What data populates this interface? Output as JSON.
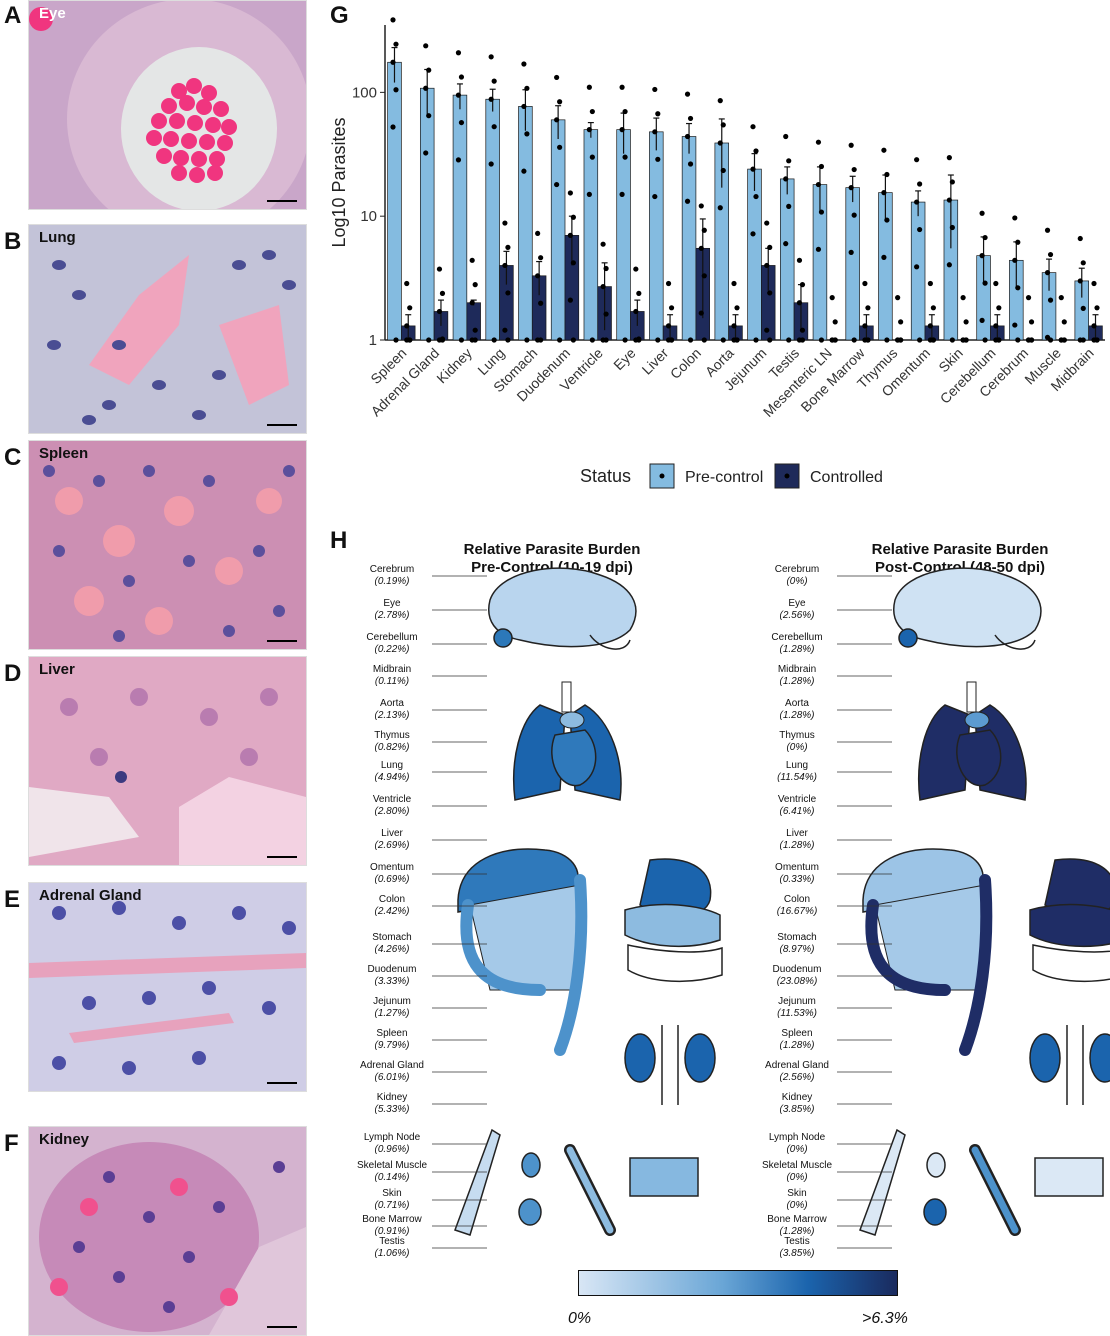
{
  "histology": [
    {
      "letter": "A",
      "label": "Eye"
    },
    {
      "letter": "B",
      "label": "Lung"
    },
    {
      "letter": "C",
      "label": "Spleen"
    },
    {
      "letter": "D",
      "label": "Liver"
    },
    {
      "letter": "E",
      "label": "Adrenal Gland"
    },
    {
      "letter": "F",
      "label": "Kidney"
    }
  ],
  "chart_letter": "G",
  "chart_data": {
    "type": "bar",
    "scale": "log",
    "ylabel": "Log10 Parasites",
    "xlabel": "",
    "ylim": [
      1,
      350
    ],
    "yticks": [
      1,
      10,
      100
    ],
    "categories": [
      "Spleen",
      "Adrenal Gland",
      "Kidney",
      "Lung",
      "Stomach",
      "Duodenum",
      "Ventricle",
      "Eye",
      "Liver",
      "Colon",
      "Aorta",
      "Jejunum",
      "Testis",
      "Mesenteric LN",
      "Bone Marrow",
      "Thymus",
      "Omentum",
      "Skin",
      "Cerebellum",
      "Cerebrum",
      "Muscle",
      "Midbrain"
    ],
    "legend_title": "Status",
    "legend_position": "bottom",
    "series": [
      {
        "name": "Pre-control",
        "color": "#84bbe0",
        "values": [
          175,
          108,
          95,
          88,
          77,
          60,
          50,
          50,
          48,
          44,
          39,
          24,
          20,
          18,
          17,
          15.5,
          13,
          13.5,
          4.8,
          4.4,
          3.5,
          3
        ],
        "errors": [
          55,
          45,
          22,
          18,
          28,
          18,
          7,
          18,
          14,
          12,
          22,
          8,
          5,
          7,
          4,
          6,
          3,
          8,
          2,
          1.8,
          1,
          0.8
        ]
      },
      {
        "name": "Controlled",
        "color": "#1e2a5a",
        "values": [
          1.3,
          1.7,
          2,
          4,
          3.3,
          7,
          2.7,
          1.7,
          1.3,
          5.5,
          1.3,
          4,
          2,
          1,
          1.3,
          1,
          1.3,
          1,
          1.3,
          1,
          1,
          1.3
        ],
        "errors": [
          0.3,
          0.4,
          0.1,
          1.2,
          1,
          3,
          1.5,
          0.4,
          0.3,
          4,
          0.3,
          1.5,
          0.8,
          0,
          0.3,
          0,
          0.3,
          0,
          0.3,
          0,
          0,
          0.3
        ]
      }
    ]
  },
  "panelH": {
    "letter": "H",
    "pre": {
      "title1": "Relative Parasite Burden",
      "title2": "Pre-Control (10-19 dpi)",
      "organs": [
        {
          "name": "Cerebrum",
          "pct": "(0.19%)"
        },
        {
          "name": "Eye",
          "pct": "(2.78%)"
        },
        {
          "name": "Cerebellum",
          "pct": "(0.22%)"
        },
        {
          "name": "Midbrain",
          "pct": "(0.11%)"
        },
        {
          "name": "Aorta",
          "pct": "(2.13%)"
        },
        {
          "name": "Thymus",
          "pct": "(0.82%)"
        },
        {
          "name": "Lung",
          "pct": "(4.94%)"
        },
        {
          "name": "Ventricle",
          "pct": "(2.80%)"
        },
        {
          "name": "Liver",
          "pct": "(2.69%)"
        },
        {
          "name": "Omentum",
          "pct": "(0.69%)"
        },
        {
          "name": "Colon",
          "pct": "(2.42%)"
        },
        {
          "name": "Stomach",
          "pct": "(4.26%)"
        },
        {
          "name": "Duodenum",
          "pct": "(3.33%)"
        },
        {
          "name": "Jejunum",
          "pct": "(1.27%)"
        },
        {
          "name": "Spleen",
          "pct": "(9.79%)"
        },
        {
          "name": "Adrenal Gland",
          "pct": "(6.01%)"
        },
        {
          "name": "Kidney",
          "pct": "(5.33%)"
        },
        {
          "name": "Lymph Node",
          "pct": "(0.96%)"
        },
        {
          "name": "Skeletal Muscle",
          "pct": "(0.14%)"
        },
        {
          "name": "Skin",
          "pct": "(0.71%)"
        },
        {
          "name": "Bone Marrow",
          "pct": "(0.91%)"
        },
        {
          "name": "Testis",
          "pct": "(1.06%)"
        }
      ]
    },
    "post": {
      "title1": "Relative Parasite Burden",
      "title2": "Post-Control (48-50 dpi)",
      "organs": [
        {
          "name": "Cerebrum",
          "pct": "(0%)"
        },
        {
          "name": "Eye",
          "pct": "(2.56%)"
        },
        {
          "name": "Cerebellum",
          "pct": "(1.28%)"
        },
        {
          "name": "Midbrain",
          "pct": "(1.28%)"
        },
        {
          "name": "Aorta",
          "pct": "(1.28%)"
        },
        {
          "name": "Thymus",
          "pct": "(0%)"
        },
        {
          "name": "Lung",
          "pct": "(11.54%)"
        },
        {
          "name": "Ventricle",
          "pct": "(6.41%)"
        },
        {
          "name": "Liver",
          "pct": "(1.28%)"
        },
        {
          "name": "Omentum",
          "pct": "(0.33%)"
        },
        {
          "name": "Colon",
          "pct": "(16.67%)"
        },
        {
          "name": "Stomach",
          "pct": "(8.97%)"
        },
        {
          "name": "Duodenum",
          "pct": "(23.08%)"
        },
        {
          "name": "Jejunum",
          "pct": "(11.53%)"
        },
        {
          "name": "Spleen",
          "pct": "(1.28%)"
        },
        {
          "name": "Adrenal Gland",
          "pct": "(2.56%)"
        },
        {
          "name": "Kidney",
          "pct": "(3.85%)"
        },
        {
          "name": "Lymph Node",
          "pct": "(0%)"
        },
        {
          "name": "Skeletal Muscle",
          "pct": "(0%)"
        },
        {
          "name": "Skin",
          "pct": "(0%)"
        },
        {
          "name": "Bone Marrow",
          "pct": "(1.28%)"
        },
        {
          "name": "Testis",
          "pct": "(3.85%)"
        }
      ]
    },
    "colorbar": {
      "min_label": "0%",
      "max_label": ">6.3%"
    }
  }
}
